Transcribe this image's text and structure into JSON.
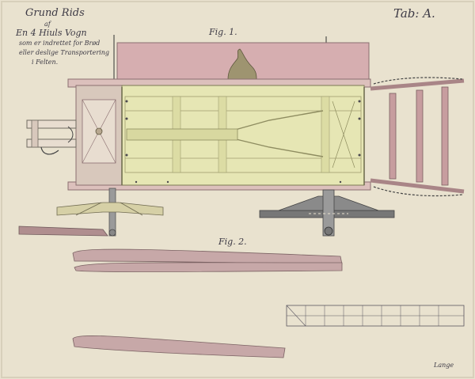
{
  "sheet": {
    "title_lines": [
      "Grund Rids",
      "af",
      "En 4 Hiuls Vogn",
      "som er indrettet for Brød",
      "eller deslige Transportering",
      "i Felten."
    ],
    "plate_label": "Tab: A.",
    "fig1_label": "Fig. 1.",
    "fig2_label": "Fig. 2.",
    "signature": "Lange",
    "scale_label": "Scale bar (ungraduated labels)"
  },
  "colors": {
    "paper": "#e9e2cf",
    "ink": "#3d3a45",
    "wood_pink": "#cfa6a8",
    "wood_pink_dark": "#a98587",
    "bed_yellow": "#e6e6b4",
    "frame_pink": "#dcc0bc",
    "metal_gray": "#6f6f6f",
    "brass": "#ccc47c"
  }
}
